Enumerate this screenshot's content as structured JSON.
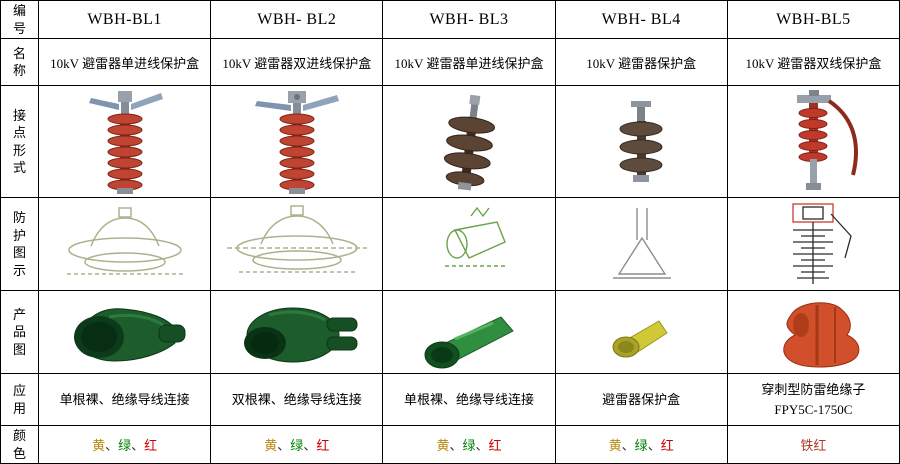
{
  "palette": {
    "border": "#000000",
    "char_yellow": "#b8860b",
    "char_green": "#008000",
    "char_red": "#cc0000",
    "iron_red": "#b03a2a"
  },
  "table": {
    "row_headers": {
      "code": "编号",
      "name": "名称",
      "connection": "接点形式",
      "protection": "防护图示",
      "product_image": "产品图",
      "application": "应用",
      "color": "颜色"
    },
    "products": [
      {
        "code": "WBH-BL1",
        "name": "10kV 避雷器单进线保护盒",
        "application": "单根裸、绝缘导线连接",
        "color_parts": [
          "黄",
          "、",
          "绿",
          "、",
          "红"
        ]
      },
      {
        "code": "WBH- BL2",
        "name": "10kV 避雷器双进线保护盒",
        "application": "双根裸、绝缘导线连接",
        "color_parts": [
          "黄",
          "、",
          "绿",
          "、",
          "红"
        ]
      },
      {
        "code": "WBH- BL3",
        "name": "10kV 避雷器单进线保护盒",
        "application": "单根裸、绝缘导线连接",
        "color_parts": [
          "黄",
          "、",
          "绿",
          "、",
          "红"
        ]
      },
      {
        "code": "WBH- BL4",
        "name": "10kV 避雷器保护盒",
        "application": "避雷器保护盒",
        "color_parts": [
          "黄",
          "、",
          "绿",
          "、",
          "红"
        ]
      },
      {
        "code": "WBH-BL5",
        "name": "10kV 避雷器双线保护盒",
        "application": "穿刺型防雷绝缘子\nFPY5C-1750C",
        "color": "铁红"
      }
    ]
  }
}
